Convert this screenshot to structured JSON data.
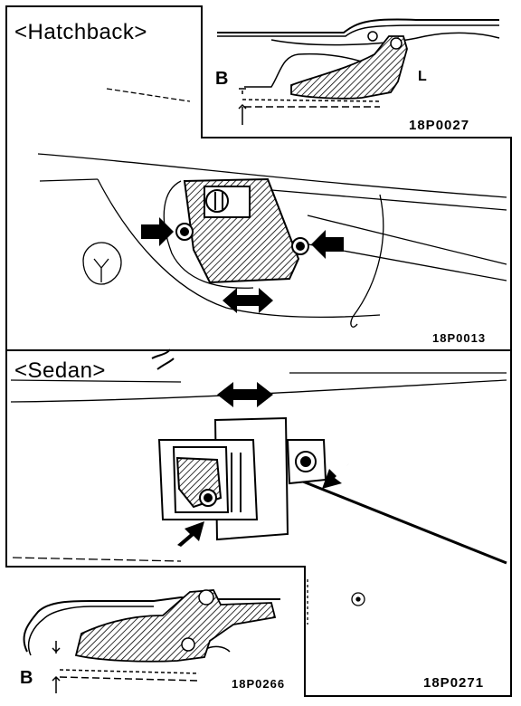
{
  "sections": {
    "hatchback": {
      "title": "<Hatchback>",
      "inset_code": "18P0027",
      "main_code": "18P0013",
      "label_b": "B",
      "label_l": "L"
    },
    "sedan": {
      "title": "<Sedan>",
      "main_code": "18P0271",
      "inset_code": "18P0266",
      "label_b": "B"
    }
  }
}
